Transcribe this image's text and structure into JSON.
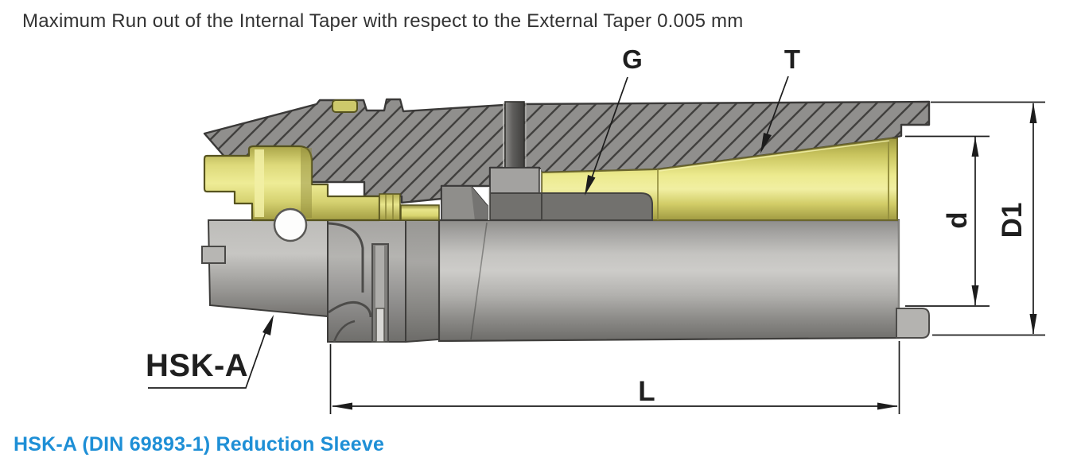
{
  "annotation": {
    "runout_note": "Maximum Run out of the Internal Taper with respect to the External Taper 0.005 mm"
  },
  "labels": {
    "groove": "G",
    "taper": "T",
    "shank": "HSK-A",
    "length": "L",
    "bore_diameter": "d",
    "outer_diameter": "D1"
  },
  "caption": {
    "text": "HSK-A (DIN 69893-1) Reduction Sleeve"
  },
  "colors": {
    "caption_blue": "#1e8fd6",
    "note_text": "#333333",
    "dimension_lines": "#1c1c1c",
    "brass_bright": "#eeec96",
    "brass_dark": "#a09a42",
    "steel_body": "#c5c4c1",
    "steel_dark": "#6d6c69",
    "hatch_grey": "#908f8d",
    "hatch_line": "#41403e",
    "background": "#ffffff"
  }
}
